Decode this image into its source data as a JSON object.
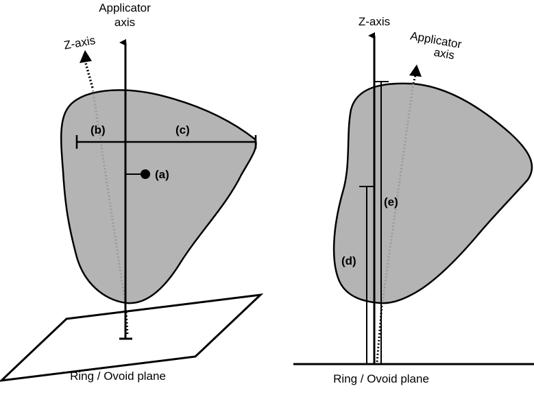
{
  "left_panel": {
    "applicator_axis_label_line1": "Applicator",
    "applicator_axis_label_line2": "axis",
    "z_axis_label": "Z-axis",
    "marker_a": "(a)",
    "marker_b": "(b)",
    "marker_c": "(c)",
    "plane_label": "Ring / Ovoid plane"
  },
  "right_panel": {
    "z_axis_label": "Z-axis",
    "applicator_axis_label_line1": "Applicator",
    "applicator_axis_label_line2": "axis",
    "marker_d": "(d)",
    "marker_e": "(e)",
    "plane_label": "Ring / Ovoid plane"
  },
  "colors": {
    "shape_fill": "#b4b4b4",
    "line": "#000000",
    "dotted_axis": "#9a9a9a"
  }
}
